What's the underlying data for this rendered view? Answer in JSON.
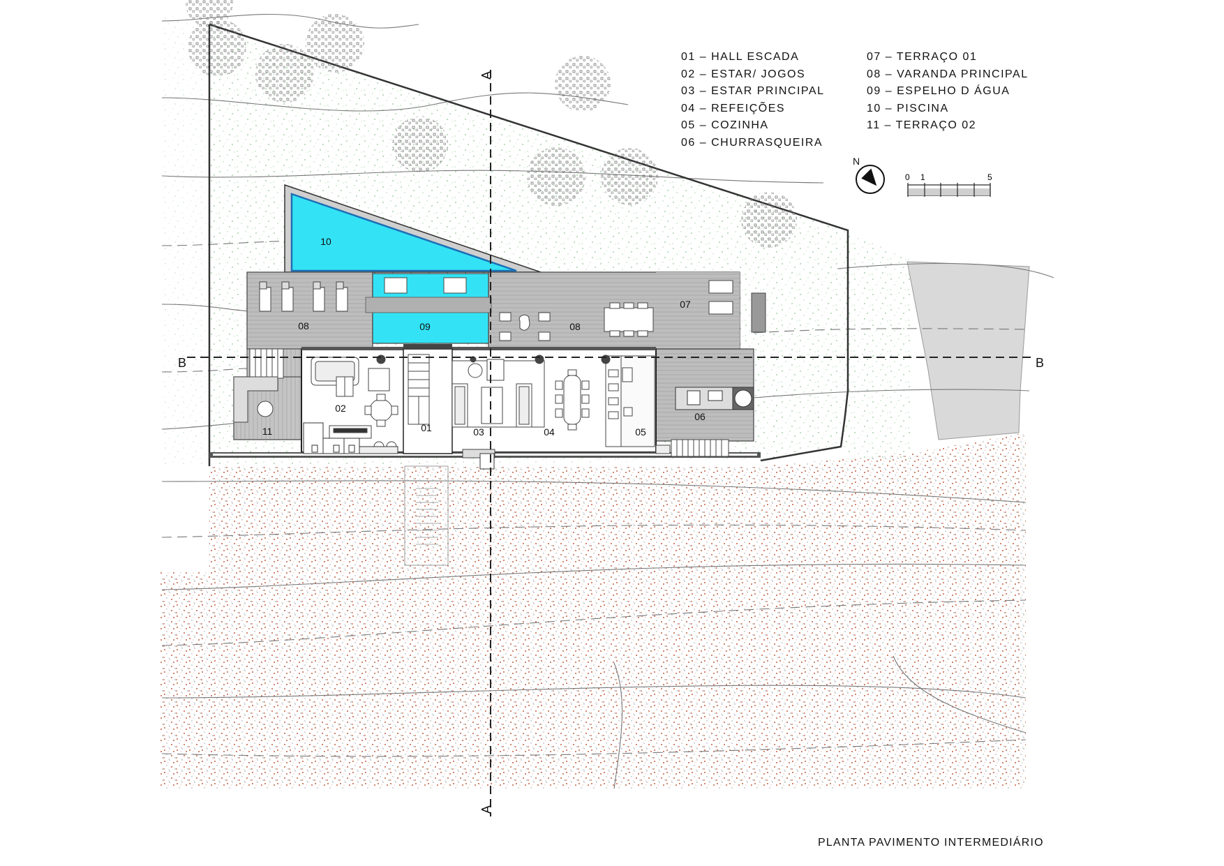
{
  "title": "PLANTA PAVIMENTO INTERMEDIÁRIO",
  "legend_left": [
    {
      "num": "01",
      "name": "HALL ESCADA"
    },
    {
      "num": "02",
      "name": "ESTAR/ JOGOS"
    },
    {
      "num": "03",
      "name": "ESTAR PRINCIPAL"
    },
    {
      "num": "04",
      "name": "REFEIÇÕES"
    },
    {
      "num": "05",
      "name": "COZINHA"
    },
    {
      "num": "06",
      "name": "CHURRASQUEIRA"
    }
  ],
  "legend_right": [
    {
      "num": "07",
      "name": "TERRAÇO 01"
    },
    {
      "num": "08",
      "name": "VARANDA PRINCIPAL"
    },
    {
      "num": "09",
      "name": "ESPELHO D ÁGUA"
    },
    {
      "num": "10",
      "name": "PISCINA"
    },
    {
      "num": "11",
      "name": "TERRAÇO 02"
    }
  ],
  "room_labels": {
    "r01": "01",
    "r02": "02",
    "r03": "03",
    "r04": "04",
    "r05": "05",
    "r06": "06",
    "r07": "07",
    "r08a": "08",
    "r08b": "08",
    "r09": "09",
    "r10": "10",
    "r11": "11"
  },
  "north_label": "N",
  "scale": {
    "start": "0",
    "mid": "1",
    "end": "5"
  },
  "section_labels": {
    "a_top": "A",
    "a_bottom": "A",
    "b_left": "B",
    "b_right": "B"
  },
  "colors": {
    "water": "#33e3f5",
    "deck": "#b9b9b9",
    "lawn_dots": "#9ecf9e",
    "gravel_dots": "#c46a4a",
    "gravel_grey": "#8a8a8a",
    "rock_slope": "#d6d6d6",
    "wall": "#222222"
  }
}
